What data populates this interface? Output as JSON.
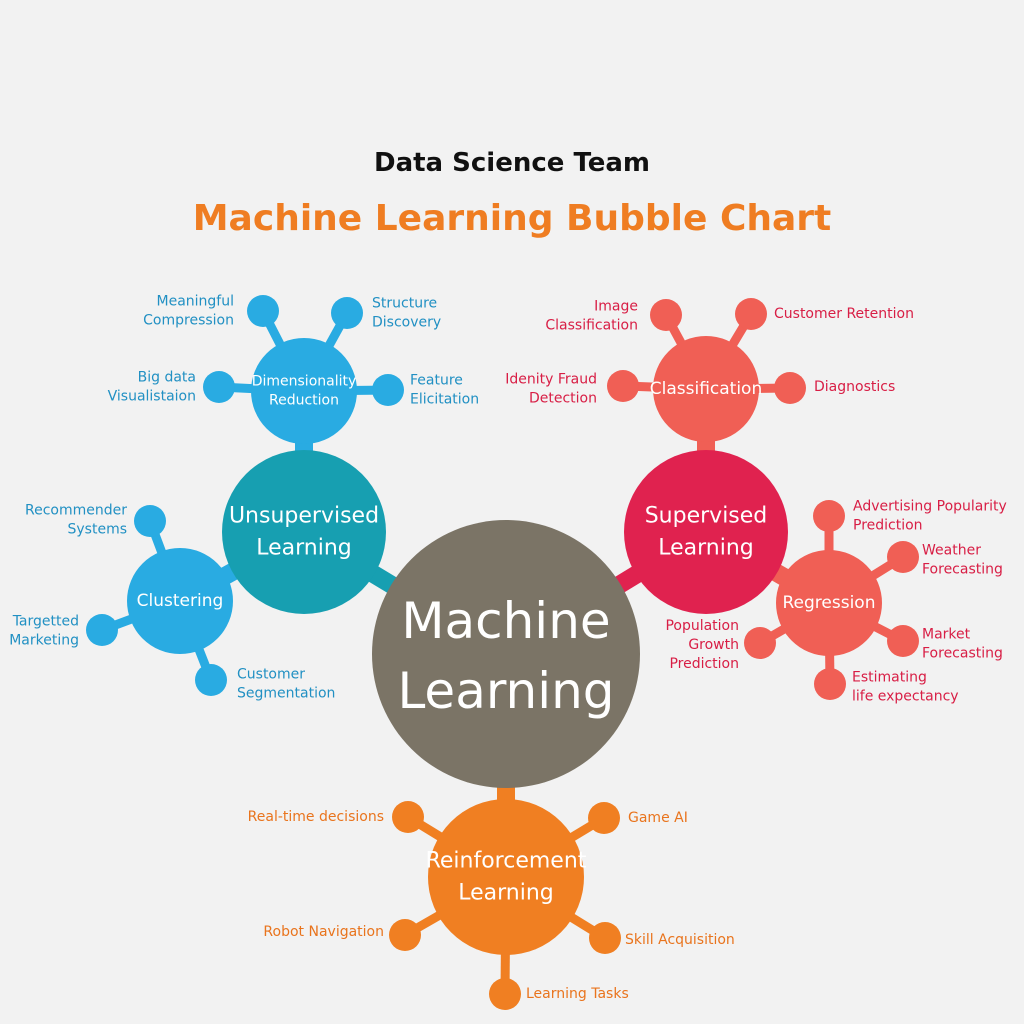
{
  "header": {
    "team": "Data Science Team",
    "title": "Machine Learning Bubble Chart"
  },
  "colors": {
    "background": "#f2f2f2",
    "title_orange": "#ef7d22",
    "center_gray": "#7b7466",
    "unsupervised_teal": "#179fb1",
    "light_blue": "#29abe2",
    "supervised_crimson": "#e0224f",
    "coral": "#f05f55",
    "reinforcement_orange": "#f07f22",
    "blue_text": "#2190c3",
    "red_text": "#d81e45",
    "orange_text": "#e9741d"
  },
  "center": {
    "lines": [
      "Machine",
      "Learning"
    ]
  },
  "branches": [
    {
      "key": "unsupervised",
      "lines": [
        "Unsupervised",
        "Learning"
      ]
    },
    {
      "key": "supervised",
      "lines": [
        "Supervised",
        "Learning"
      ]
    },
    {
      "key": "reinforcement",
      "lines": [
        "Reinforcement",
        "Learning"
      ]
    }
  ],
  "sub_branches": [
    {
      "key": "dimensionality",
      "lines": [
        "Dimensionality",
        "Reduction"
      ]
    },
    {
      "key": "clustering",
      "lines": [
        "Clustering"
      ]
    },
    {
      "key": "classification",
      "lines": [
        "Classification"
      ]
    },
    {
      "key": "regression",
      "lines": [
        "Regression"
      ]
    }
  ],
  "leaves": [
    {
      "key": "meaningful-compression",
      "lines": [
        "Meaningful",
        "Compression"
      ]
    },
    {
      "key": "structure-discovery",
      "lines": [
        "Structure",
        "Discovery"
      ]
    },
    {
      "key": "big-data-visualisation",
      "lines": [
        "Big data",
        "Visualistaion"
      ]
    },
    {
      "key": "feature-elicitation",
      "lines": [
        "Feature",
        "Elicitation"
      ]
    },
    {
      "key": "recommender-systems",
      "lines": [
        "Recommender",
        "Systems"
      ]
    },
    {
      "key": "targetted-marketing",
      "lines": [
        "Targetted",
        "Marketing"
      ]
    },
    {
      "key": "customer-segmentation",
      "lines": [
        "Customer",
        "Segmentation"
      ]
    },
    {
      "key": "image-classification",
      "lines": [
        "Image",
        "Classification"
      ]
    },
    {
      "key": "customer-retention",
      "lines": [
        "Customer Retention"
      ]
    },
    {
      "key": "identity-fraud-detection",
      "lines": [
        "Idenity Fraud",
        "Detection"
      ]
    },
    {
      "key": "diagnostics",
      "lines": [
        "Diagnostics"
      ]
    },
    {
      "key": "advertising-popularity",
      "lines": [
        "Advertising Popularity",
        "Prediction"
      ]
    },
    {
      "key": "weather-forecasting",
      "lines": [
        "Weather",
        "Forecasting"
      ]
    },
    {
      "key": "population-growth",
      "lines": [
        "Population",
        "Growth",
        "Prediction"
      ]
    },
    {
      "key": "market-forecasting",
      "lines": [
        "Market",
        "Forecasting"
      ]
    },
    {
      "key": "life-expectancy",
      "lines": [
        "Estimating",
        "life expectancy"
      ]
    },
    {
      "key": "real-time-decisions",
      "lines": [
        "Real-time decisions"
      ]
    },
    {
      "key": "game-ai",
      "lines": [
        "Game AI"
      ]
    },
    {
      "key": "robot-navigation",
      "lines": [
        "Robot Navigation"
      ]
    },
    {
      "key": "skill-acquisition",
      "lines": [
        "Skill Acquisition"
      ]
    },
    {
      "key": "learning-tasks",
      "lines": [
        "Learning Tasks"
      ]
    }
  ]
}
